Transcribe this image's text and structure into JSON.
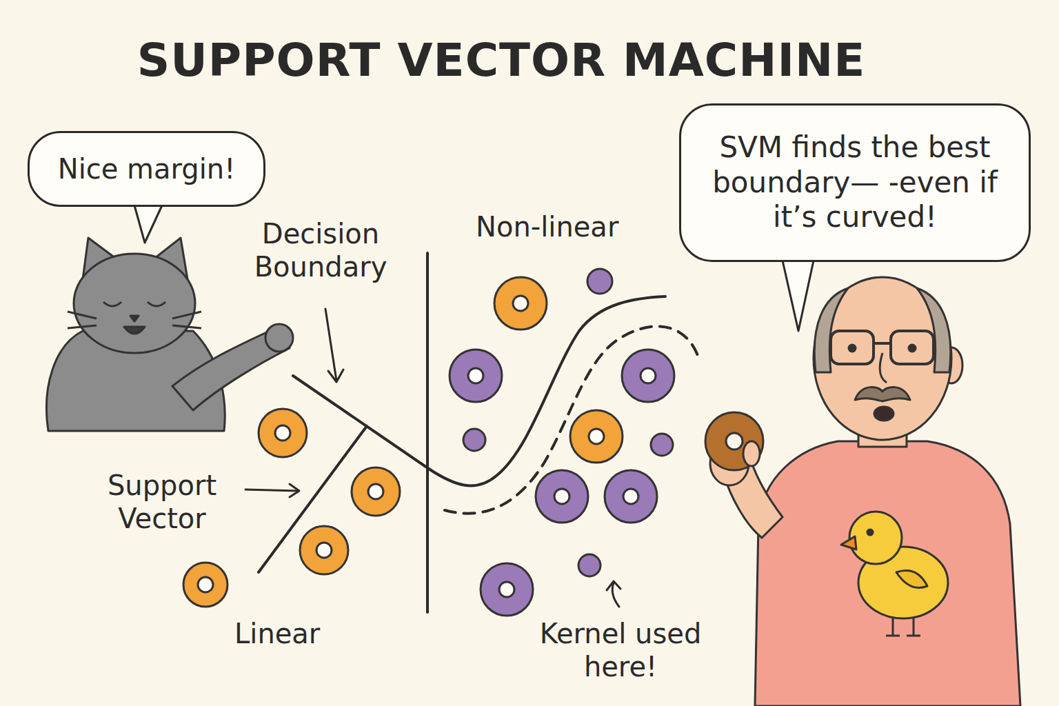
{
  "diagram": {
    "title": "SUPPORT VECTOR MACHINE",
    "nodes": [
      {
        "text": [
          "Nice margin!"
        ]
      },
      {
        "text": [
          "SVM finds the best boundary— -even if it’s curved!"
        ]
      }
    ],
    "labels": [
      "Decision Boundary",
      "Non-linear",
      "Support Vector",
      "Linear",
      "Kernel used here!"
    ]
  }
}
